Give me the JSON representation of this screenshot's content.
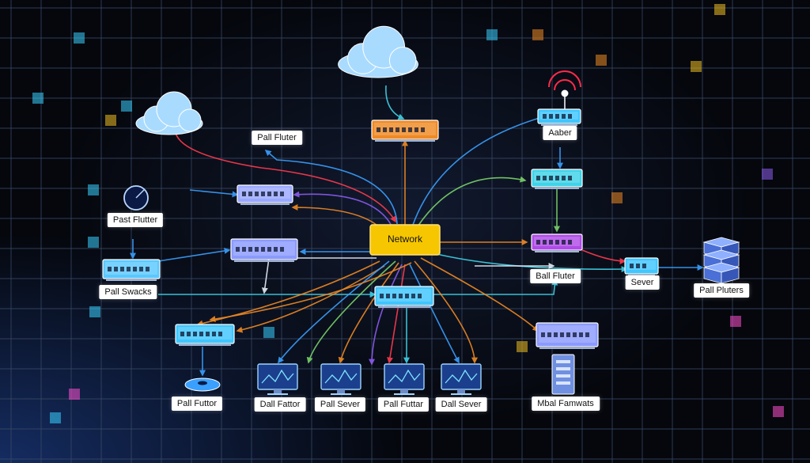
{
  "nodes": {
    "network_hub": {
      "label": "Network",
      "color": "#f6c700"
    },
    "pall_fluter": {
      "label": "Pall Fluter"
    },
    "past_flutter": {
      "label": "Past Flutter"
    },
    "pall_swacks": {
      "label": "Pall Swacks"
    },
    "aaber": {
      "label": "Aaber"
    },
    "ball_fluter": {
      "label": "Ball Fluter"
    },
    "sever": {
      "label": "Sever"
    },
    "pall_pluters": {
      "label": "Pall Pluters"
    },
    "pall_futtor": {
      "label": "Pall Futtor"
    },
    "dall_fattor": {
      "label": "Dall Fattor"
    },
    "pall_sever": {
      "label": "Pall Sever"
    },
    "pall_futtar": {
      "label": "Pall Futtar"
    },
    "dall_sever": {
      "label": "Dall Sever"
    },
    "mbal_famwats": {
      "label": "Mbal Famwats"
    }
  },
  "icons": [
    "cloud-icon",
    "wifi-signal-icon",
    "gauge-icon",
    "disc-icon",
    "server-stack-icon",
    "server-tower-icon",
    "monitor-chart-icon",
    "network-switch-icon"
  ],
  "colors": {
    "orange": "#f08a24",
    "blue": "#3aa0ff",
    "green": "#7ad36a",
    "purple": "#8c5cf0",
    "red": "#ff3b4f",
    "cyan": "#3fd3e8",
    "white": "#e8eef8"
  }
}
